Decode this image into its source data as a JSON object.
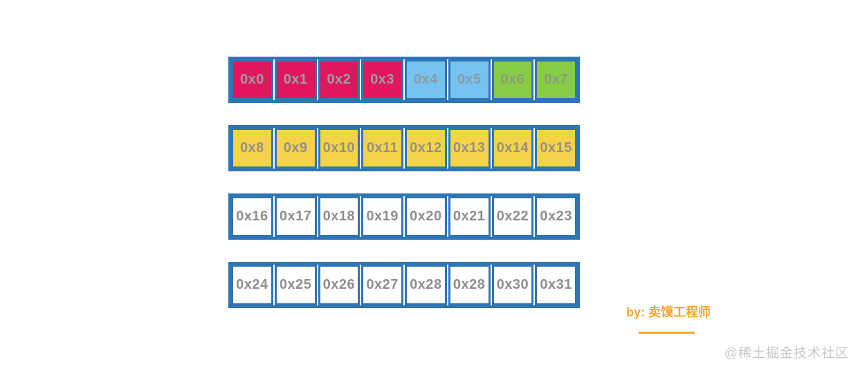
{
  "colors": {
    "border_blue": "#2E75B6",
    "cell_pink": "#E0175E",
    "cell_blue": "#76C2F0",
    "cell_green": "#86CC45",
    "cell_yellow": "#F5D348",
    "cell_white": "#FFFFFF",
    "cell_text_gray": "#8E8E8E",
    "accent_orange": "#F5A62B",
    "watermark_gray": "#C9C9C9"
  },
  "grid": {
    "rows": [
      {
        "cells": [
          {
            "label": "0x0",
            "color": "pink"
          },
          {
            "label": "0x1",
            "color": "pink"
          },
          {
            "label": "0x2",
            "color": "pink"
          },
          {
            "label": "0x3",
            "color": "pink"
          },
          {
            "label": "0x4",
            "color": "blue"
          },
          {
            "label": "0x5",
            "color": "blue"
          },
          {
            "label": "0x6",
            "color": "green"
          },
          {
            "label": "0x7",
            "color": "green"
          }
        ]
      },
      {
        "cells": [
          {
            "label": "0x8",
            "color": "yellow"
          },
          {
            "label": "0x9",
            "color": "yellow"
          },
          {
            "label": "0x10",
            "color": "yellow"
          },
          {
            "label": "0x11",
            "color": "yellow"
          },
          {
            "label": "0x12",
            "color": "yellow"
          },
          {
            "label": "0x13",
            "color": "yellow"
          },
          {
            "label": "0x14",
            "color": "yellow"
          },
          {
            "label": "0x15",
            "color": "yellow"
          }
        ]
      },
      {
        "cells": [
          {
            "label": "0x16",
            "color": "white"
          },
          {
            "label": "0x17",
            "color": "white"
          },
          {
            "label": "0x18",
            "color": "white"
          },
          {
            "label": "0x19",
            "color": "white"
          },
          {
            "label": "0x20",
            "color": "white"
          },
          {
            "label": "0x21",
            "color": "white"
          },
          {
            "label": "0x22",
            "color": "white"
          },
          {
            "label": "0x23",
            "color": "white"
          }
        ]
      },
      {
        "cells": [
          {
            "label": "0x24",
            "color": "white"
          },
          {
            "label": "0x25",
            "color": "white"
          },
          {
            "label": "0x26",
            "color": "white"
          },
          {
            "label": "0x27",
            "color": "white"
          },
          {
            "label": "0x28",
            "color": "white"
          },
          {
            "label": "0x28",
            "color": "white"
          },
          {
            "label": "0x30",
            "color": "white"
          },
          {
            "label": "0x31",
            "color": "white"
          }
        ]
      }
    ]
  },
  "credit": {
    "author": "by: 卖馍工程师"
  },
  "watermark": {
    "community": "@稀土掘金技术社区"
  }
}
